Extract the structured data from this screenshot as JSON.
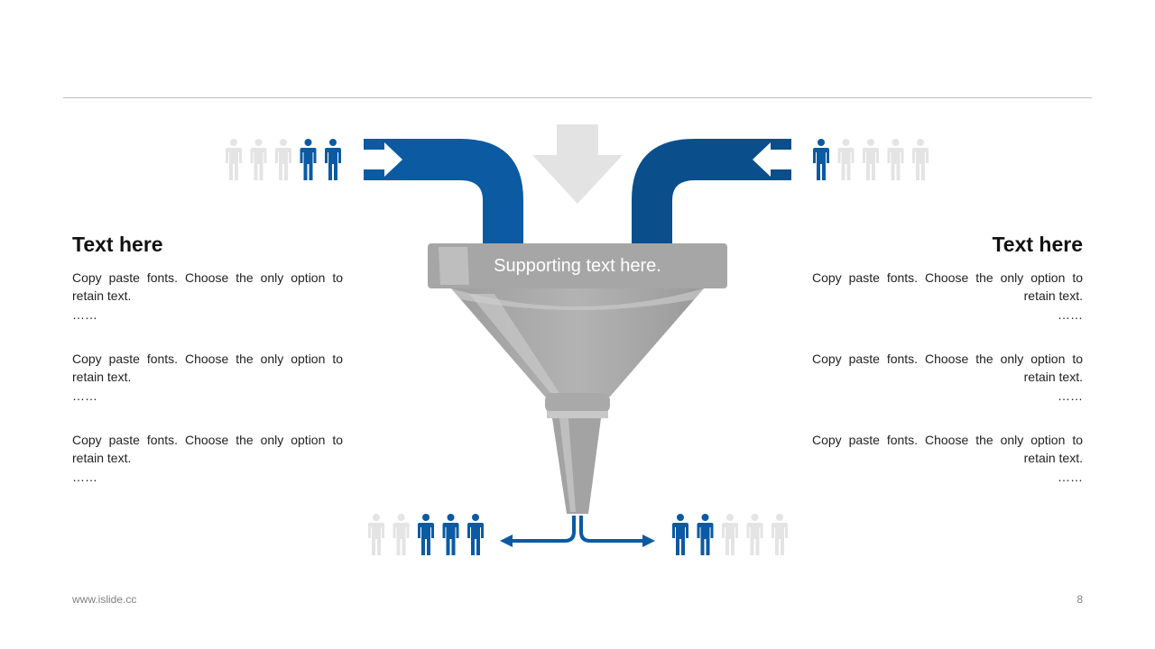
{
  "left_panel": {
    "title": "Text here",
    "paragraphs": [
      {
        "text": "Copy paste fonts. Choose the only option to retain text.",
        "ellipsis": "……"
      },
      {
        "text": "Copy paste fonts. Choose the only option to retain text.",
        "ellipsis": "……"
      },
      {
        "text": "Copy paste fonts. Choose the only option to retain text.",
        "ellipsis": "……"
      }
    ]
  },
  "right_panel": {
    "title": "Text here",
    "paragraphs": [
      {
        "text": "Copy paste fonts. Choose the only option to retain text.",
        "ellipsis": "……"
      },
      {
        "text": "Copy paste fonts. Choose the only option to retain text.",
        "ellipsis": "……"
      },
      {
        "text": "Copy paste fonts. Choose the only option to retain text.",
        "ellipsis": "……"
      }
    ]
  },
  "funnel": {
    "label": "Supporting text here."
  },
  "people_groups": {
    "top_left": {
      "total": 5,
      "highlighted": 2,
      "highlight_side": "end"
    },
    "top_right": {
      "total": 5,
      "highlighted": 1,
      "highlight_side": "start"
    },
    "bottom_left": {
      "total": 5,
      "highlighted": 3,
      "highlight_side": "end"
    },
    "bottom_right": {
      "total": 5,
      "highlighted": 2,
      "highlight_side": "start"
    }
  },
  "colors": {
    "accent_blue": "#0b5aa2",
    "accent_blue_dark": "#0a4e8c",
    "faded_person": "#e4e4e4",
    "funnel_gray": "#a6a6a6",
    "arrow_gray": "#e3e3e3"
  },
  "footer": {
    "url": "www.islide.cc",
    "page": "8"
  }
}
